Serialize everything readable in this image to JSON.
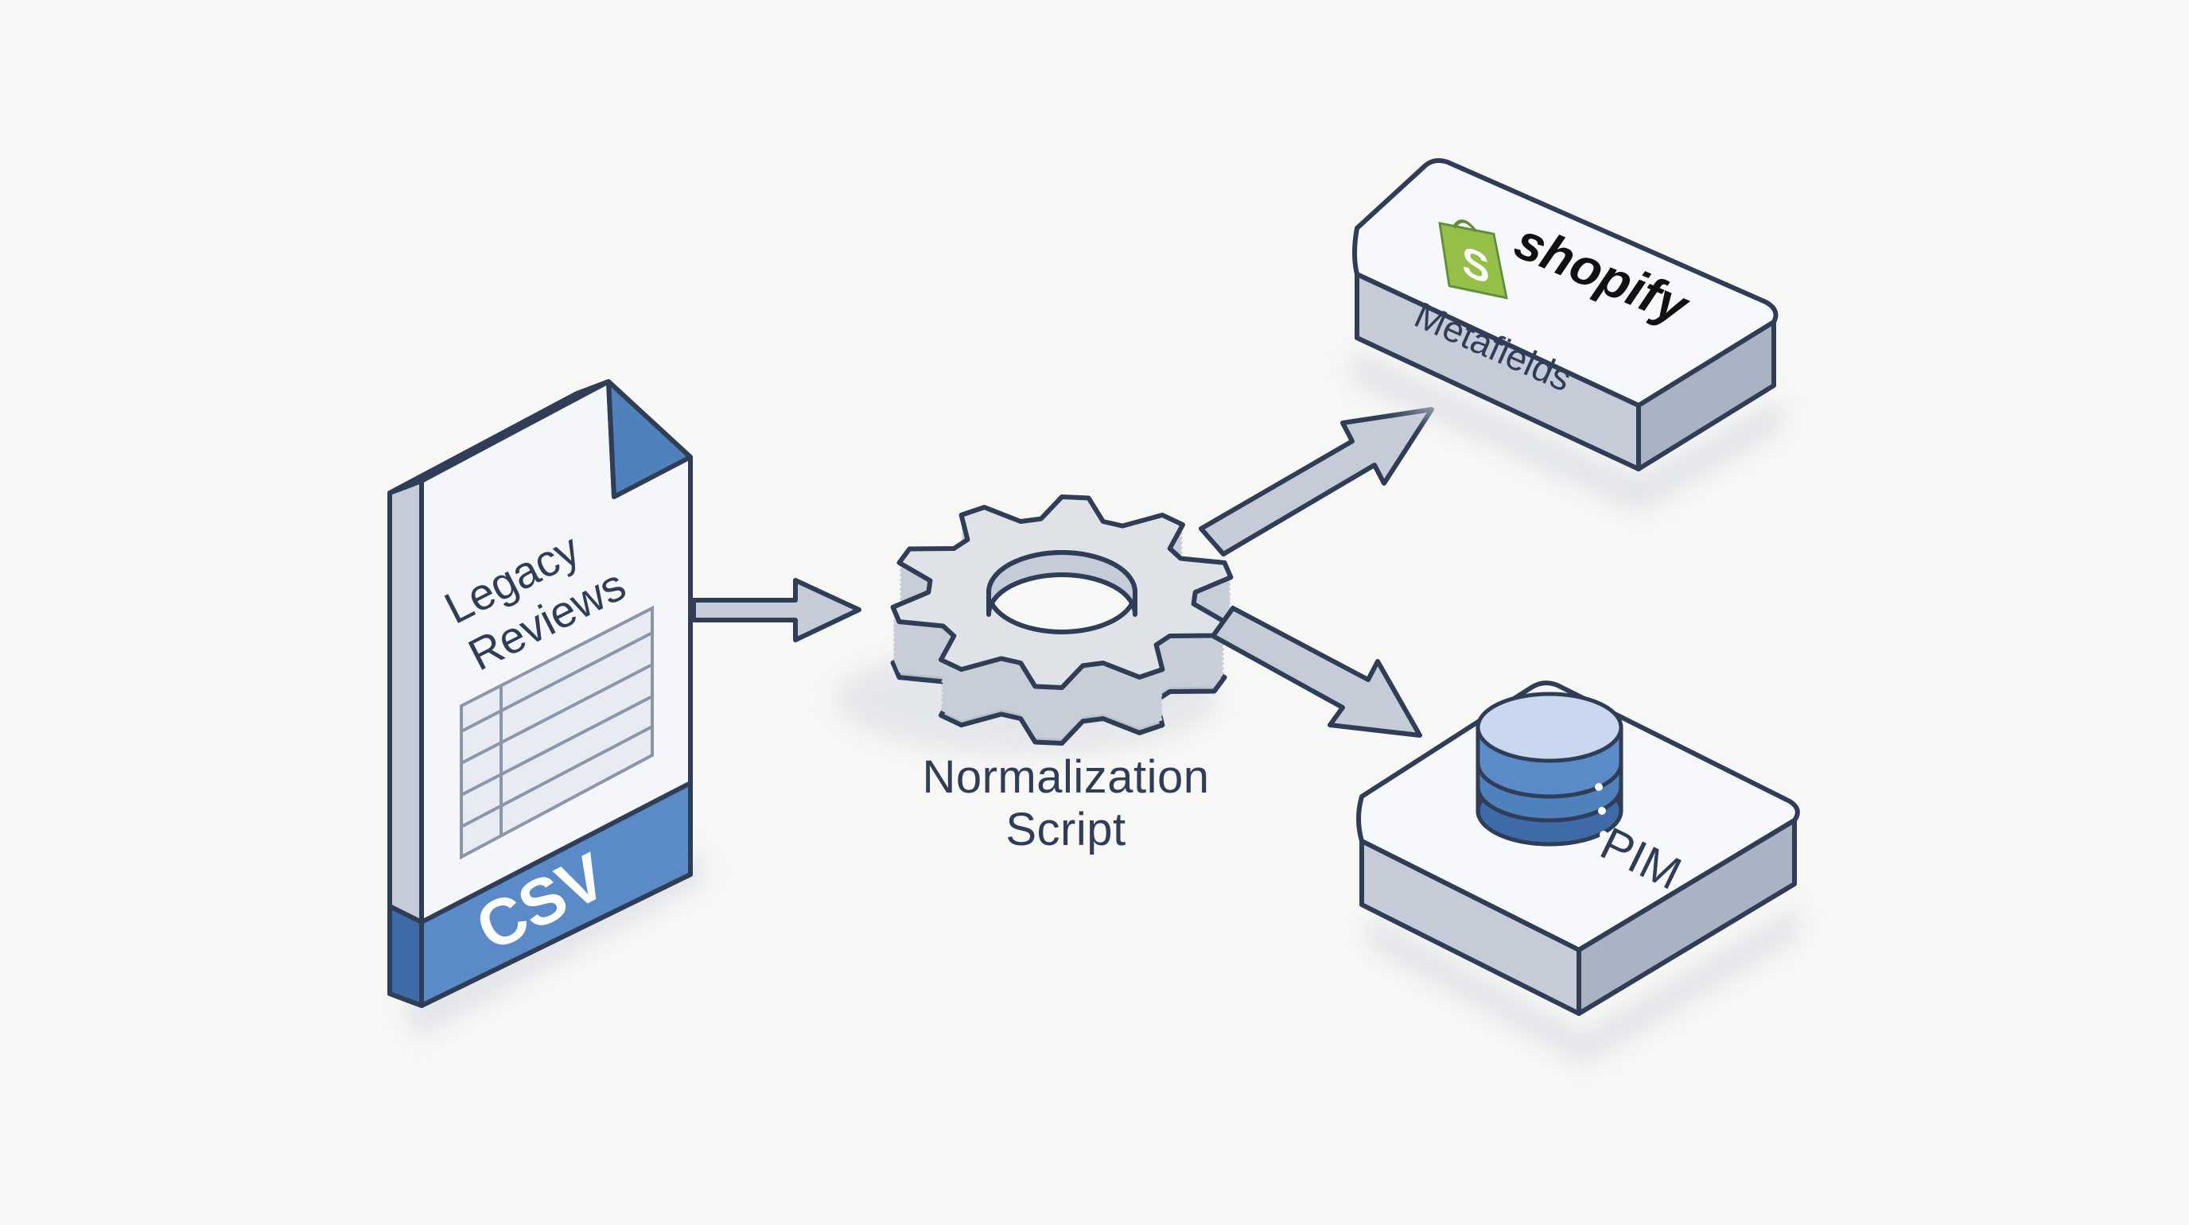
{
  "diagram": {
    "source": {
      "title_line1": "Legacy",
      "title_line2": "Reviews",
      "format_label": "CSV"
    },
    "processor": {
      "label_line1": "Normalization",
      "label_line2": "Script",
      "icon": "gear-icon"
    },
    "targets": [
      {
        "brand": "shopify",
        "label": "Metafields",
        "icon": "shopify-bag-icon"
      },
      {
        "label": "PIM",
        "icon": "database-icon"
      }
    ],
    "colors": {
      "outline": "#2f3e56",
      "face": "#f4f6fa",
      "side": "#c5ccd8",
      "accent_blue": "#4f81bd",
      "shopify_green": "#95bf47",
      "gear": "#dfe3e8"
    }
  }
}
